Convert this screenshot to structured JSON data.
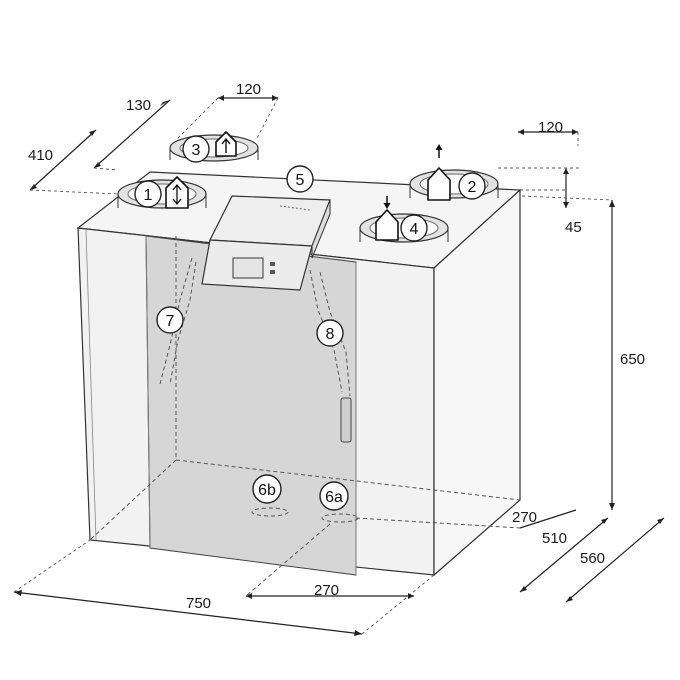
{
  "dimensions": {
    "top_left_depth": "410",
    "top_left_offset": "130",
    "top_left_spacing": "120",
    "top_right_spacing": "120",
    "top_right_offset": "45",
    "height": "650",
    "bottom_spigot_depth": "270",
    "depth_510": "510",
    "depth_560": "560",
    "width": "750",
    "bottom_spigot_offset": "270"
  },
  "callouts": {
    "c1": "1",
    "c2": "2",
    "c3": "3",
    "c4": "4",
    "c5": "5",
    "c6a": "6a",
    "c6b": "6b",
    "c7": "7",
    "c8": "8"
  },
  "flow_arrows": {
    "spigot_1": "up-down",
    "spigot_2": "up",
    "spigot_3": "up",
    "spigot_4": "down"
  },
  "colors": {
    "body_front": "#f2f2f2",
    "body_side": "#f7f7f7",
    "body_top": "#f5f5f5",
    "door_panel": "#d6d6d6",
    "control_panel": "#eeeeee",
    "outline": "#333333"
  }
}
